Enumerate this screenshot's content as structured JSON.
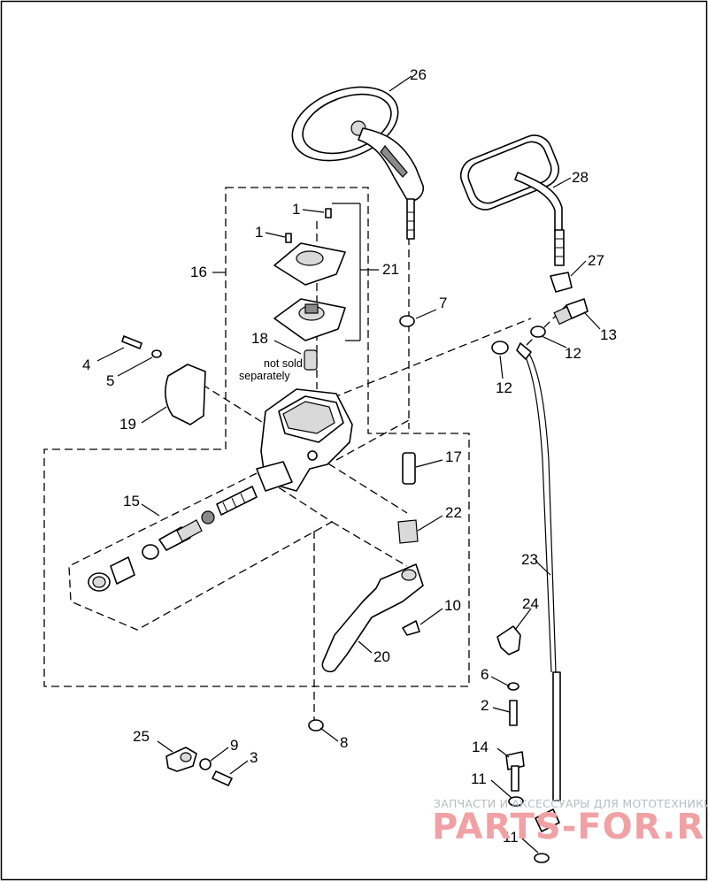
{
  "diagram": {
    "callouts": {
      "c1a": "1",
      "c1b": "1",
      "c2": "2",
      "c3": "3",
      "c4": "4",
      "c5": "5",
      "c6": "6",
      "c7": "7",
      "c8": "8",
      "c9": "9",
      "c10": "10",
      "c11a": "11",
      "c11b": "11",
      "c12a": "12",
      "c12b": "12",
      "c13": "13",
      "c14": "14",
      "c15": "15",
      "c16": "16",
      "c17": "17",
      "c18": "18",
      "c19": "19",
      "c20": "20",
      "c21": "21",
      "c22": "22",
      "c23": "23",
      "c24": "24",
      "c25": "25",
      "c26": "26",
      "c27": "27",
      "c28": "28"
    },
    "note_line1": "not sold",
    "note_line2": "separately"
  },
  "watermark": {
    "tagline": "ЗАПЧАСТИ И АКСЕССУАРЫ ДЛЯ МОТОТЕХНИКИ",
    "brand": "PARTS-FOR.RU"
  }
}
